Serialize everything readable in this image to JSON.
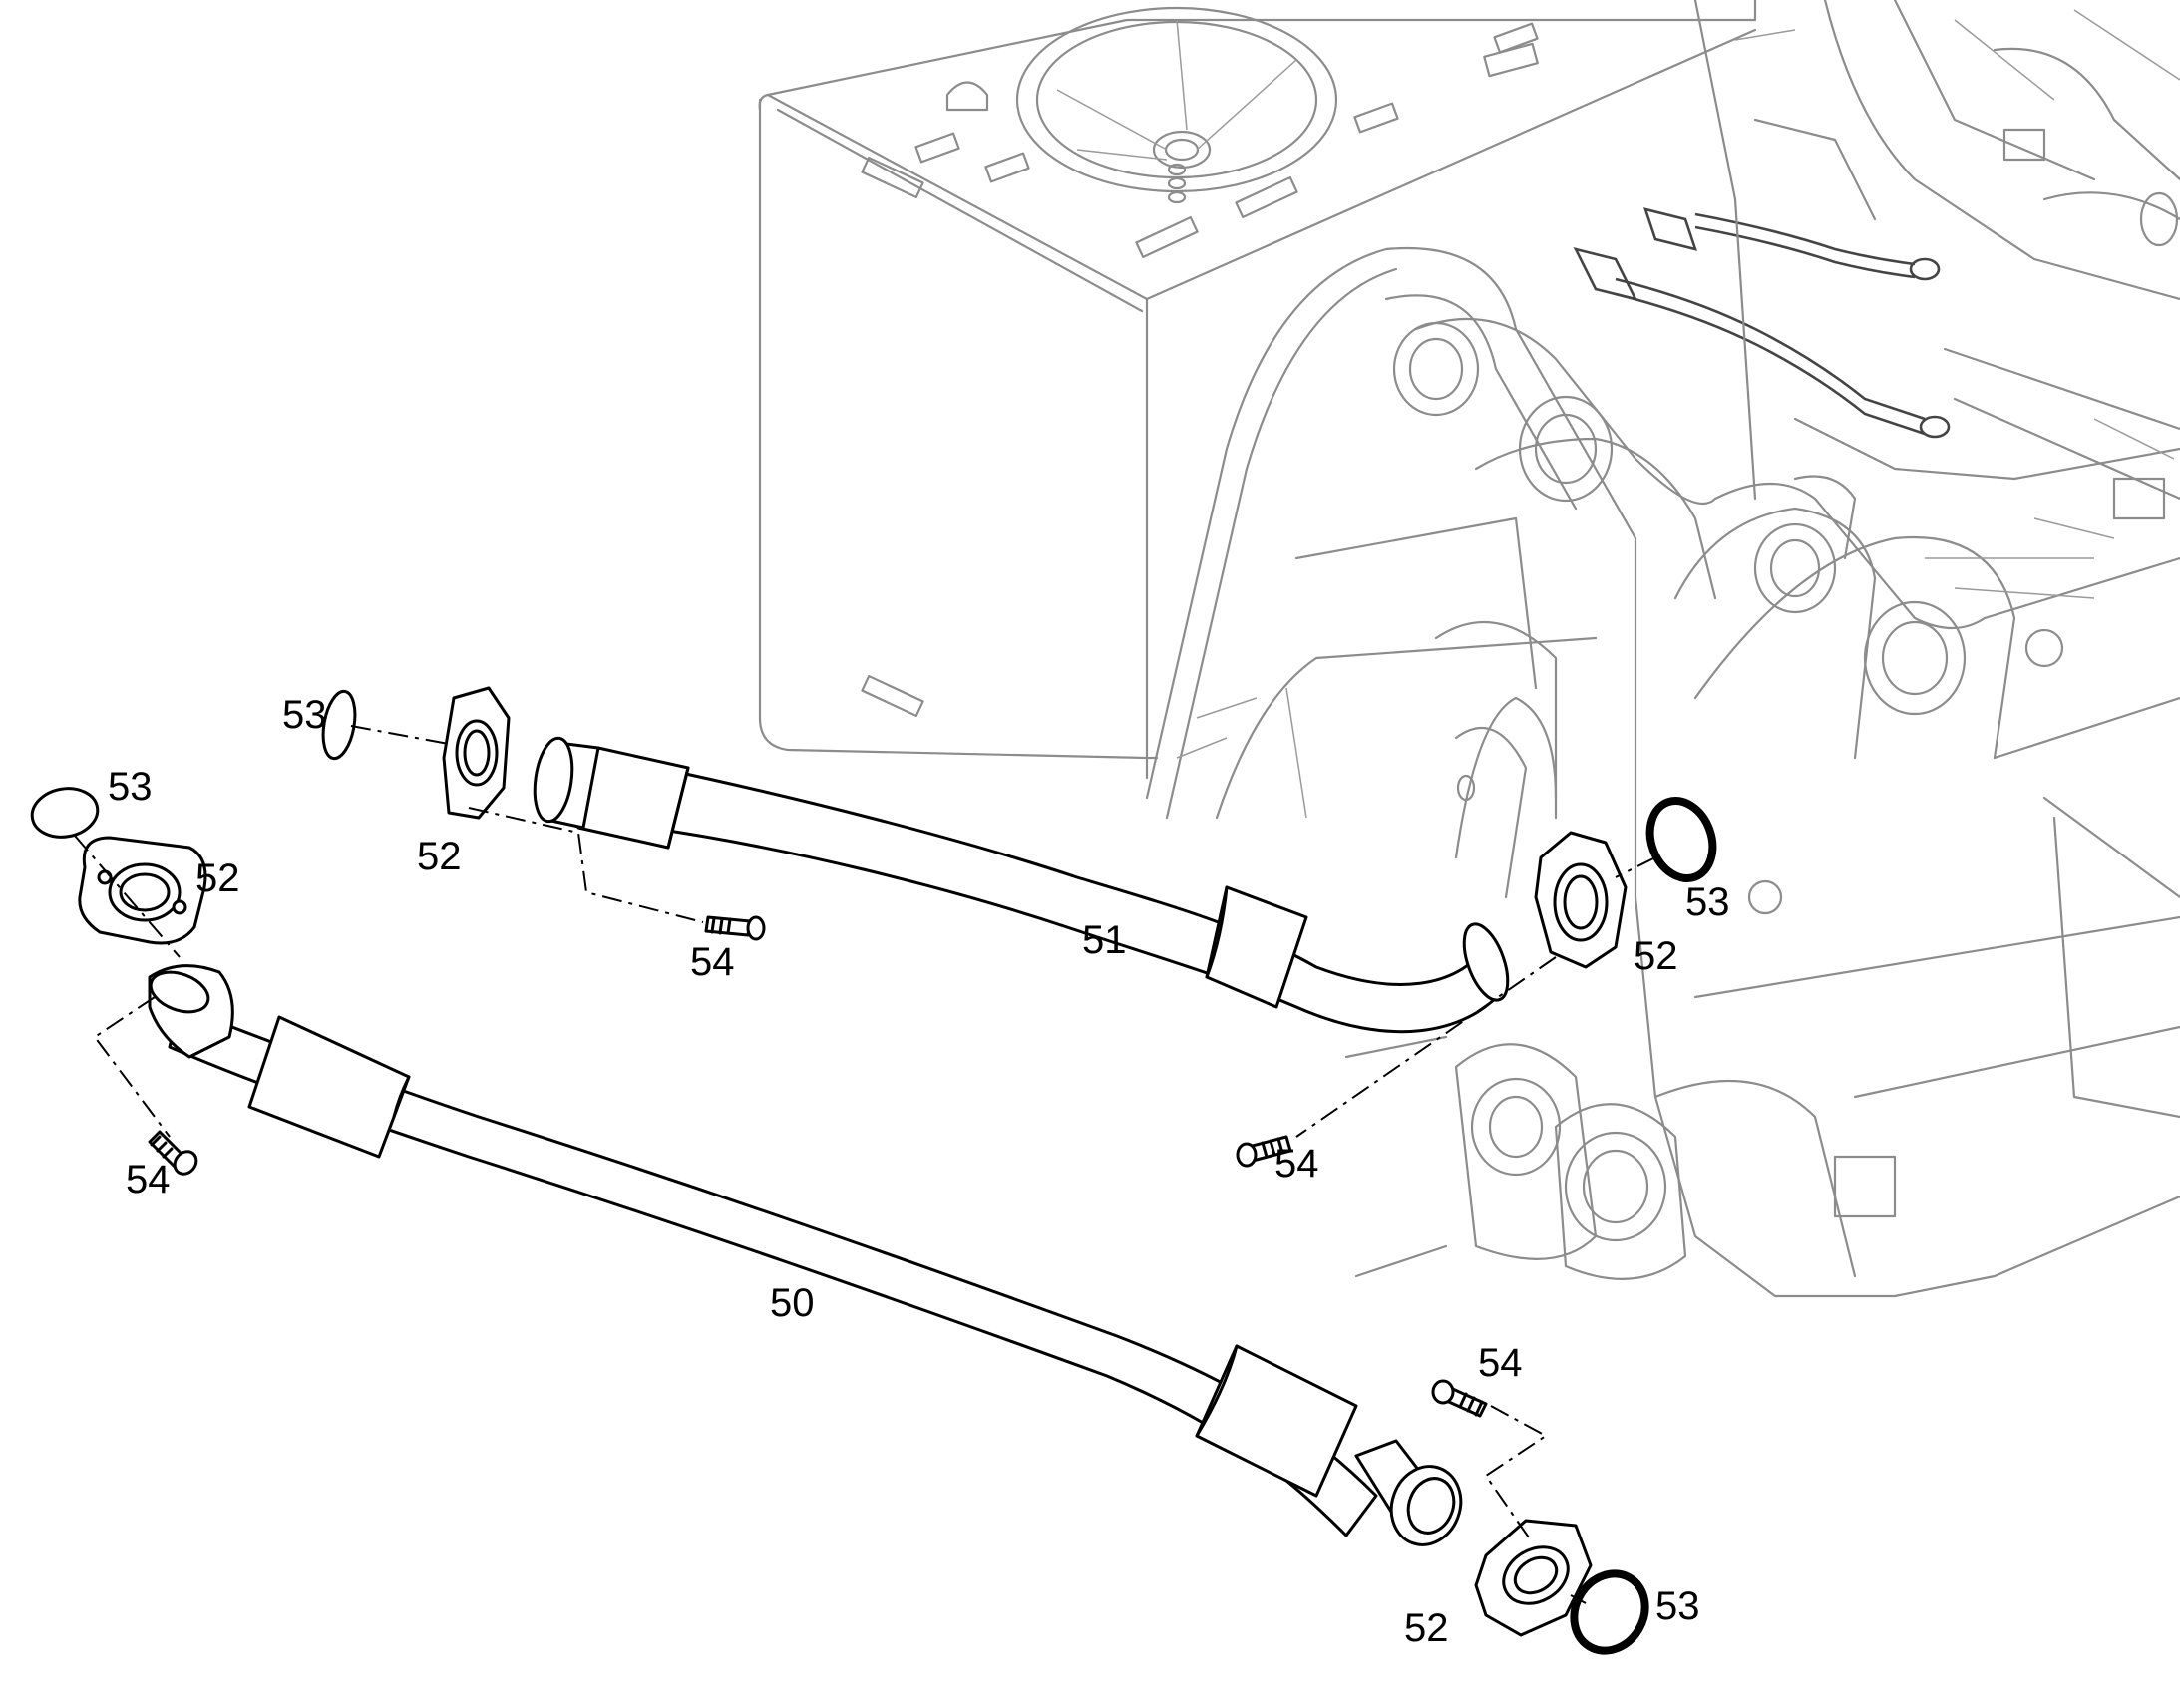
{
  "callouts": {
    "hose_50": "50",
    "hose_51": "51",
    "flange_a": "52",
    "flange_b": "52",
    "flange_c": "52",
    "flange_d": "52",
    "oring_a": "53",
    "oring_b": "53",
    "oring_c": "53",
    "oring_d": "53",
    "screw_a": "54",
    "screw_b": "54",
    "screw_c": "54",
    "screw_d": "54"
  },
  "colors": {
    "background": "#ffffff",
    "part_stroke": "#000000",
    "machine_stroke": "#8c8c8c"
  }
}
